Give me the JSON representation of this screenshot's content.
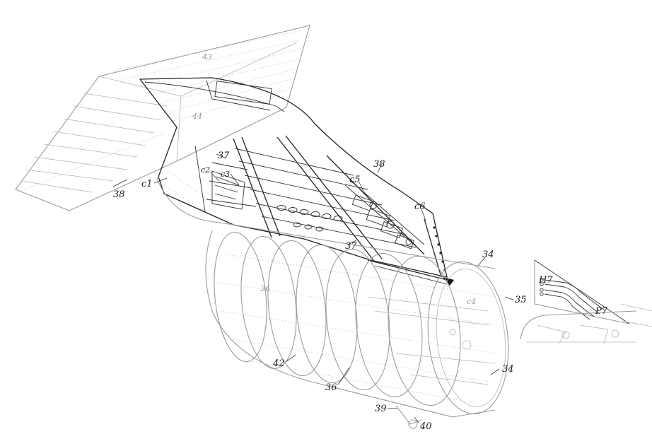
{
  "labels": {
    "l43": "43",
    "l44": "44",
    "l38a": "38",
    "l38b": "38",
    "c1": "c1",
    "c2": "c2",
    "c3": "c3",
    "l37a": "37",
    "l37b": "37",
    "c5": "c5",
    "c6": "c6",
    "l34a": "34",
    "l34b": "34",
    "l35": "35",
    "l36a": "36",
    "l36b": "36",
    "l42": "42",
    "l39": "39",
    "l40": "40",
    "c4": "c4",
    "h7": "H7",
    "p7": "P7"
  }
}
